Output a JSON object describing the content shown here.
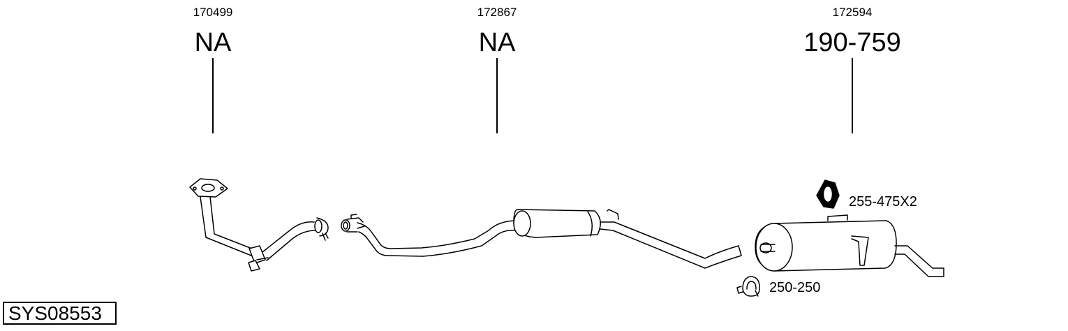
{
  "diagram": {
    "parts": [
      {
        "code": "170499",
        "ref": "NA"
      },
      {
        "code": "172867",
        "ref": "NA"
      },
      {
        "code": "172594",
        "ref": "190-759"
      }
    ],
    "accessories": [
      {
        "label": "255-475X2",
        "icon": "rubber-hanger-icon"
      },
      {
        "label": "250-250",
        "icon": "pipe-clamp-icon"
      }
    ],
    "system_id": "SYS08553"
  }
}
